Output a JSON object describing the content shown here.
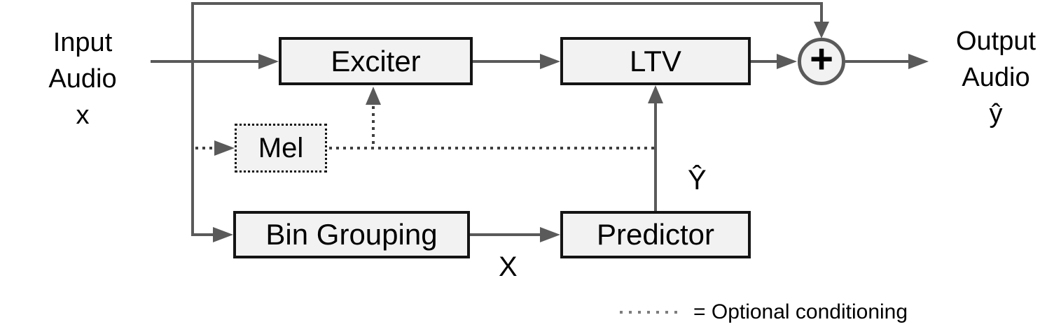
{
  "diagram": {
    "input_label": [
      "Input",
      "Audio",
      "x"
    ],
    "output_label": [
      "Output",
      "Audio",
      "ŷ"
    ],
    "blocks": {
      "exciter": "Exciter",
      "ltv": "LTV",
      "mel": "Mel",
      "bin_grouping": "Bin Grouping",
      "predictor": "Predictor"
    },
    "sum_symbol": "+",
    "signals": {
      "grouped_spectrum": "X",
      "predicted_spectrum": "Ŷ"
    },
    "legend": {
      "text": "= Optional conditioning"
    },
    "colors": {
      "arrow": "#5a5a5a",
      "box_border": "#141414",
      "box_fill": "#f2f2f2",
      "dotted_line": "#3f3f3f",
      "legend_dots": "#7d7d7d",
      "background": "#ffffff",
      "text": "#000000"
    }
  }
}
